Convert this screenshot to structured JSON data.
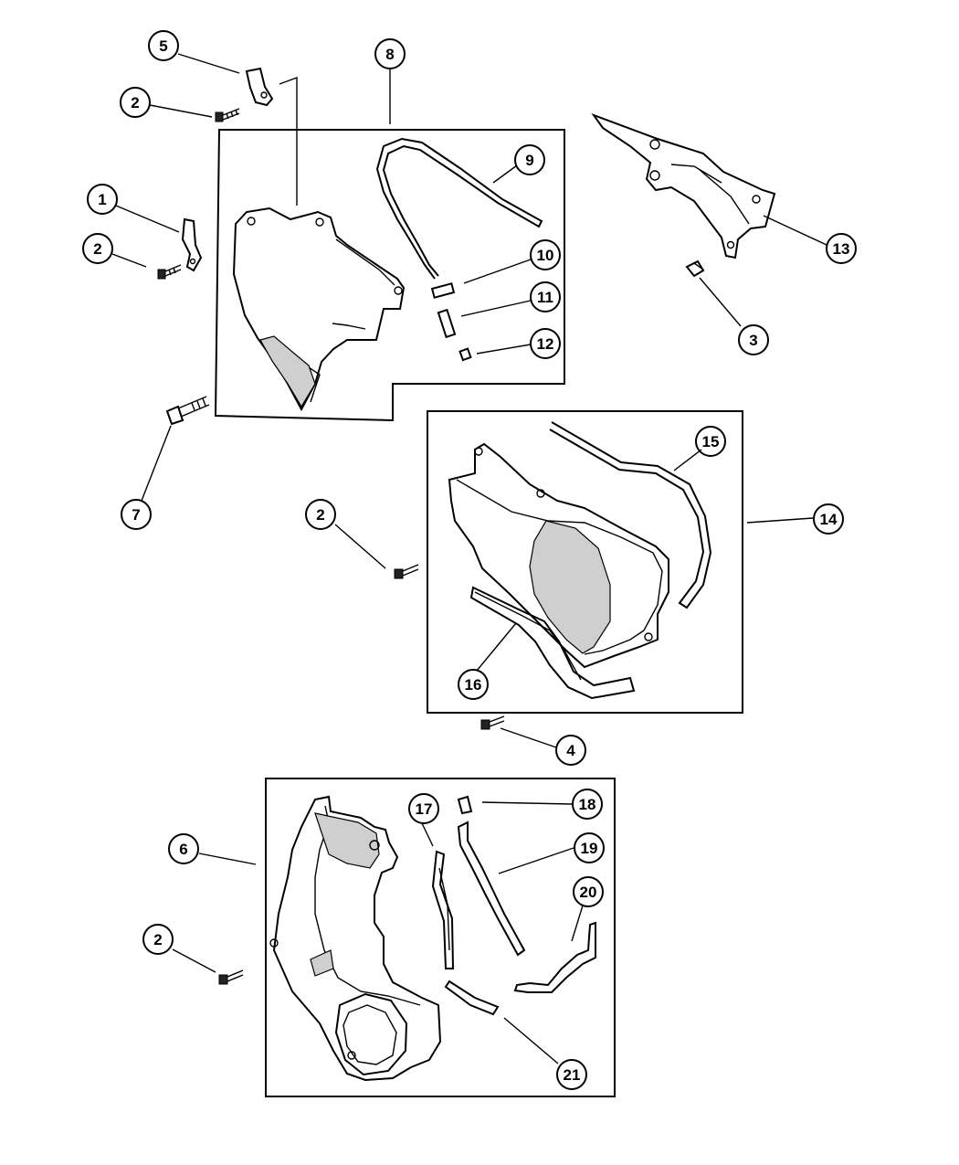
{
  "callouts": [
    {
      "id": "c1",
      "label": "1"
    },
    {
      "id": "c2a",
      "label": "2"
    },
    {
      "id": "c2b",
      "label": "2"
    },
    {
      "id": "c2c",
      "label": "2"
    },
    {
      "id": "c2d",
      "label": "2"
    },
    {
      "id": "c3",
      "label": "3"
    },
    {
      "id": "c4",
      "label": "4"
    },
    {
      "id": "c5",
      "label": "5"
    },
    {
      "id": "c6",
      "label": "6"
    },
    {
      "id": "c7",
      "label": "7"
    },
    {
      "id": "c8",
      "label": "8"
    },
    {
      "id": "c9",
      "label": "9"
    },
    {
      "id": "c10",
      "label": "10"
    },
    {
      "id": "c11",
      "label": "11"
    },
    {
      "id": "c12",
      "label": "12"
    },
    {
      "id": "c13",
      "label": "13"
    },
    {
      "id": "c14",
      "label": "14"
    },
    {
      "id": "c15",
      "label": "15"
    },
    {
      "id": "c16",
      "label": "16"
    },
    {
      "id": "c17",
      "label": "17"
    },
    {
      "id": "c18",
      "label": "18"
    },
    {
      "id": "c19",
      "label": "19"
    },
    {
      "id": "c20",
      "label": "20"
    },
    {
      "id": "c21",
      "label": "21"
    }
  ]
}
